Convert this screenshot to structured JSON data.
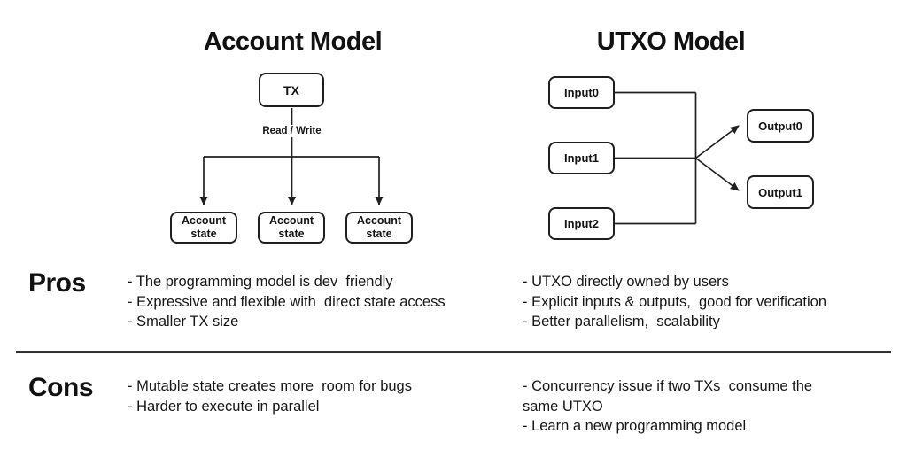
{
  "account_model": {
    "title": "Account Model",
    "tx_label": "TX",
    "edge_label": "Read / Write",
    "state_boxes": [
      "Account\nstate",
      "Account\nstate",
      "Account\nstate"
    ]
  },
  "utxo_model": {
    "title": "UTXO Model",
    "inputs": [
      "Input0",
      "Input1",
      "Input2"
    ],
    "outputs": [
      "Output0",
      "Output1"
    ]
  },
  "pros": {
    "heading": "Pros",
    "account_items": [
      "- The programming model is dev  friendly",
      "- Expressive and flexible with  direct state access",
      "- Smaller TX size"
    ],
    "utxo_items": [
      "- UTXO directly owned by users",
      "- Explicit inputs & outputs,  good for verification",
      "- Better parallelism,  scalability"
    ]
  },
  "cons": {
    "heading": "Cons",
    "account_items": [
      "- Mutable state creates more  room for bugs",
      "- Harder to execute in parallel"
    ],
    "utxo_items": [
      "- Concurrency issue if two TXs  consume the\nsame UTXO",
      "- Learn a new programming model"
    ]
  },
  "colors": {
    "stroke": "#1f1f1f",
    "text": "#141414",
    "background": "#ffffff",
    "divider": "#333333"
  }
}
